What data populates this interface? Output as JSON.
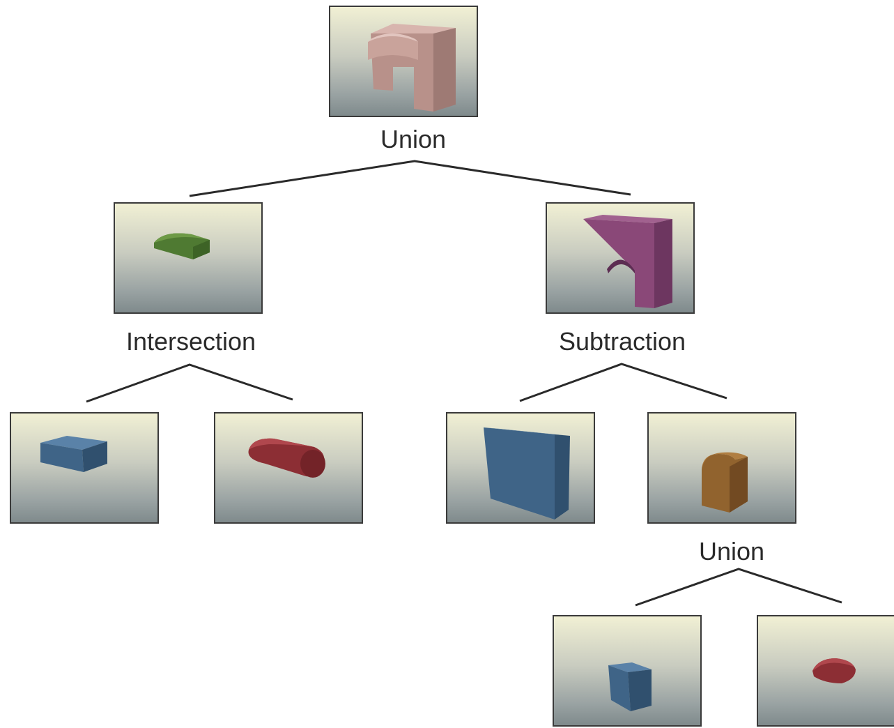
{
  "tree": {
    "root": {
      "label": "Union",
      "shape": "arch-with-cap-icon",
      "color": "#c19a92"
    },
    "left": {
      "label": "Intersection",
      "shape": "rounded-slab-icon",
      "color": "#4f7a32"
    },
    "right": {
      "label": "Subtraction",
      "shape": "arch-icon",
      "color": "#8a4878"
    },
    "leaves": {
      "box": {
        "shape": "flat-box-icon",
        "color": "#3f6487"
      },
      "cylinder": {
        "shape": "cylinder-icon",
        "color": "#8c2e34"
      },
      "wall": {
        "shape": "wall-block-icon",
        "color": "#3f6487"
      },
      "rounded_block": {
        "shape": "rounded-block-icon",
        "color": "#91632e"
      },
      "small_box": {
        "shape": "small-box-icon",
        "color": "#3f6487"
      },
      "small_cylinder": {
        "shape": "small-cylinder-icon",
        "color": "#8c2e34"
      }
    },
    "sub_union": {
      "label": "Union"
    }
  }
}
